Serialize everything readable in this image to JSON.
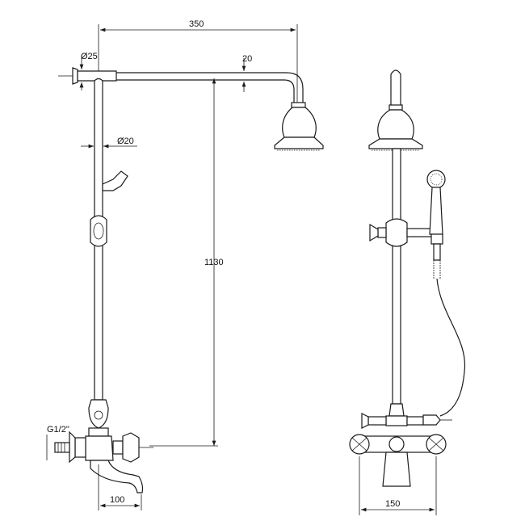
{
  "dimensions": {
    "arm_length": "350",
    "wall_bracket_diameter": "Ø25",
    "arm_diameter": "20",
    "rod_diameter": "Ø20",
    "height": "1130",
    "thread": "G1/2\"",
    "spout_projection": "100",
    "center_distance": "150"
  }
}
